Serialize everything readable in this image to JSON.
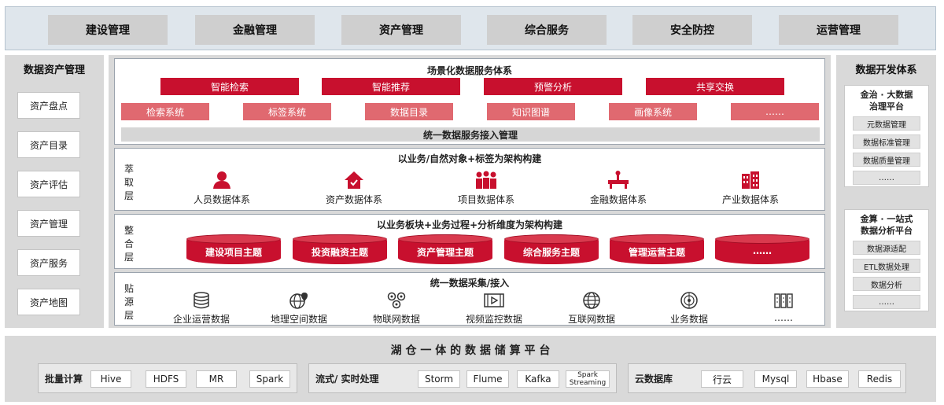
{
  "top_nav": [
    "建设管理",
    "金融管理",
    "资产管理",
    "综合服务",
    "安全防控",
    "运营管理"
  ],
  "left_panel": {
    "title": "数据资产管理",
    "items": [
      "资产盘点",
      "资产目录",
      "资产评估",
      "资产管理",
      "资产服务",
      "资产地图"
    ]
  },
  "service_layer": {
    "title": "场景化数据服务体系",
    "red_items": [
      "智能检索",
      "智能推荐",
      "预警分析",
      "共享交换"
    ],
    "pink_items": [
      "检索系统",
      "标签系统",
      "数据目录",
      "知识图谱",
      "画像系统",
      "……"
    ],
    "bar": "统一数据服务接入管理"
  },
  "extract_layer": {
    "label": "萃取层",
    "title": "以业务/自然对象+标签为架构构建",
    "items": [
      {
        "label": "人员数据体系",
        "icon": "person-icon"
      },
      {
        "label": "资产数据体系",
        "icon": "house-icon"
      },
      {
        "label": "项目数据体系",
        "icon": "team-icon"
      },
      {
        "label": "金融数据体系",
        "icon": "finance-icon"
      },
      {
        "label": "产业数据体系",
        "icon": "building-icon"
      }
    ]
  },
  "integrate_layer": {
    "label": "整合层",
    "title": "以业务板块+业务过程+分析维度为架构构建",
    "items": [
      "建设项目主题",
      "投资融资主题",
      "资产管理主题",
      "综合服务主题",
      "管理运营主题",
      "……"
    ]
  },
  "source_layer": {
    "label": "贴源层",
    "title": "统一数据采集/接入",
    "items": [
      {
        "label": "企业运营数据",
        "icon": "database-icon"
      },
      {
        "label": "地理空间数据",
        "icon": "globe-pin-icon"
      },
      {
        "label": "物联网数据",
        "icon": "iot-icon"
      },
      {
        "label": "视频监控数据",
        "icon": "video-icon"
      },
      {
        "label": "互联网数据",
        "icon": "globe-icon"
      },
      {
        "label": "业务数据",
        "icon": "radar-icon"
      },
      {
        "label": "……",
        "icon": "bars-icon"
      }
    ]
  },
  "right_panel": {
    "title": "数据开发体系",
    "box1": {
      "title_line1": "金治 · 大数据",
      "title_line2": "治理平台",
      "items": [
        "元数据管理",
        "数据标准管理",
        "数据质量管理",
        "……"
      ]
    },
    "box2": {
      "title_line1": "金算 · 一站式",
      "title_line2": "数据分析平台",
      "items": [
        "数据源适配",
        "ETL数据处理",
        "数据分析",
        "……"
      ]
    }
  },
  "bottom": {
    "title": "湖 仓 一 体 的 数 据 储 算 平 台",
    "groups": [
      {
        "label": "批量计算",
        "items": [
          "Hive",
          "HDFS",
          "MR",
          "Spark"
        ]
      },
      {
        "label": "流式/ 实时处理",
        "items": [
          "Storm",
          "Flume",
          "Kafka"
        ],
        "special_line1": "Spark",
        "special_line2": "Streaming"
      },
      {
        "label": "云数据库",
        "items": [
          "行云",
          "Mysql",
          "Hbase",
          "Redis"
        ]
      }
    ]
  },
  "colors": {
    "red": "#c8102e",
    "pink": "#e06970",
    "gray": "#d9d9d9"
  }
}
